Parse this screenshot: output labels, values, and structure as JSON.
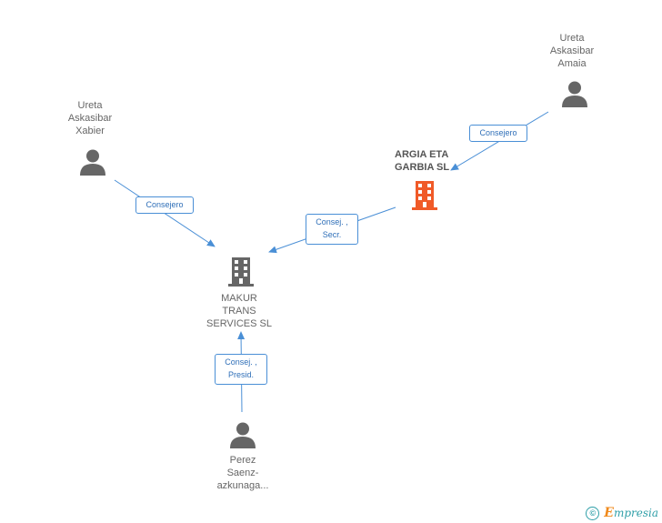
{
  "nodes": {
    "xabier": {
      "label": "Ureta\nAskasibar\nXabier",
      "icon": "person-icon"
    },
    "amaia": {
      "label": "Ureta\nAskasibar\nAmaia",
      "icon": "person-icon"
    },
    "argia": {
      "label": "ARGIA ETA\nGARBIA SL",
      "icon": "building-icon",
      "color": "#f05a28"
    },
    "makur": {
      "label": "MAKUR\nTRANS\nSERVICES SL",
      "icon": "building-icon",
      "color": "#666666"
    },
    "perez": {
      "label": "Perez\nSaenz-\nazkunaga...",
      "icon": "person-icon"
    }
  },
  "edges": {
    "amaia_argia": "Consejero",
    "xabier_makur": "Consejero",
    "argia_makur": "Consej. ,\nSecr.",
    "perez_makur": "Consej. ,\nPresid."
  },
  "footer": {
    "copyright": "©",
    "brand_initial": "E",
    "brand_rest": "mpresia"
  },
  "colors": {
    "edge": "#4a8fd6",
    "person": "#666666",
    "highlight_building": "#f05a28"
  }
}
